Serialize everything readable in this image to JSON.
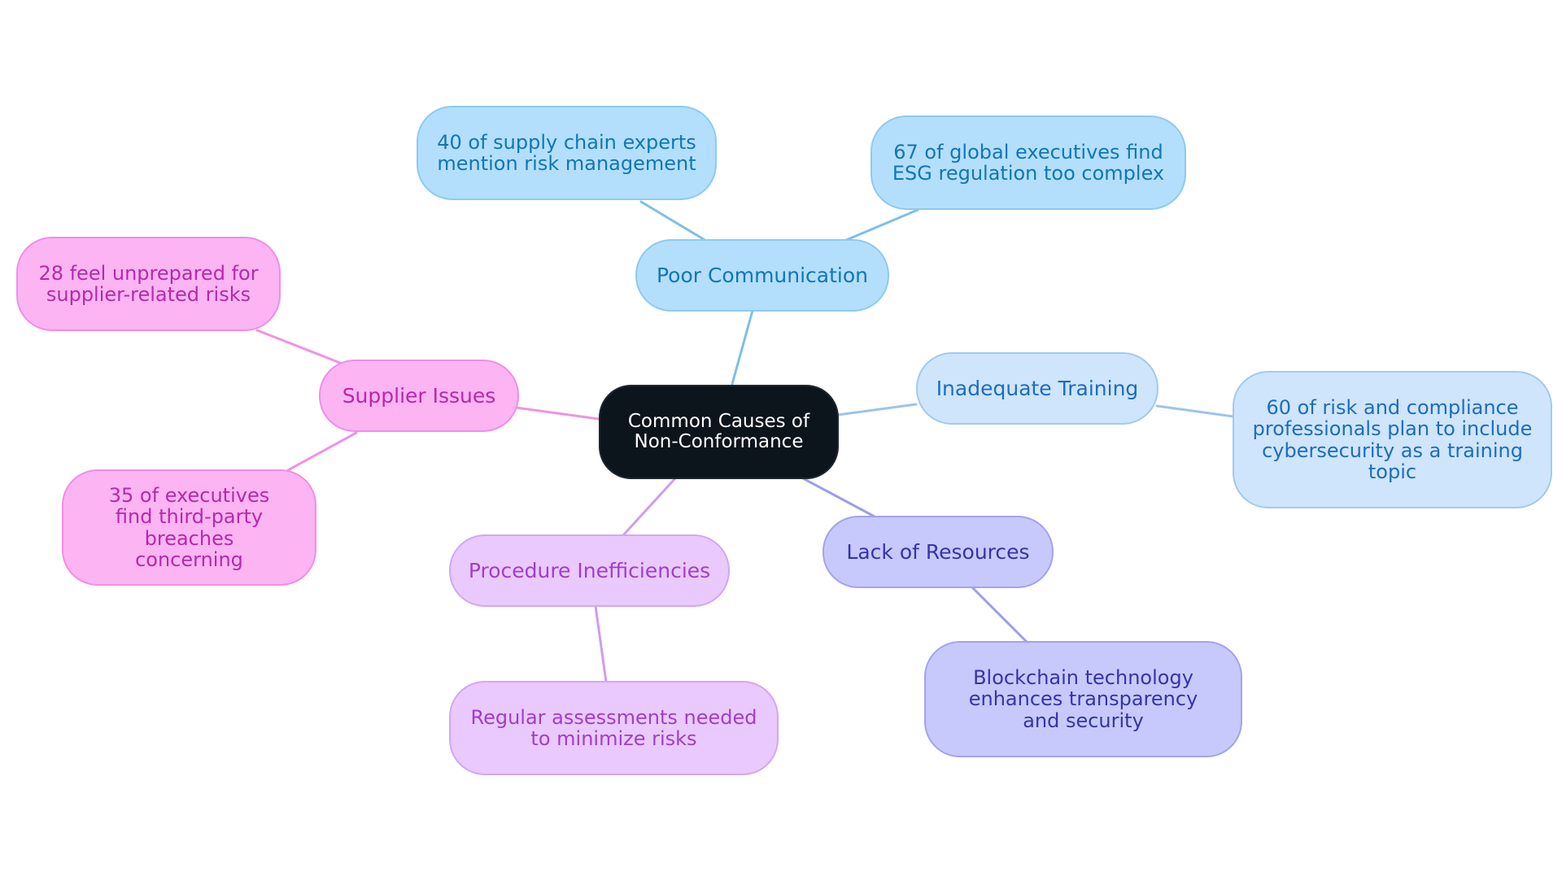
{
  "center": {
    "label": "Common Causes of Non-Conformance"
  },
  "branches": {
    "communication": {
      "label": "Poor Communication",
      "details": [
        "40 of supply chain experts mention risk management",
        "67 of global executives find ESG regulation too complex"
      ]
    },
    "training": {
      "label": "Inadequate Training",
      "details": [
        "60 of risk and compliance professionals plan to include cybersecurity as a training topic"
      ]
    },
    "resources": {
      "label": "Lack of Resources",
      "details": [
        "Blockchain technology enhances transparency and security"
      ]
    },
    "procedure": {
      "label": "Procedure Inefficiencies",
      "details": [
        "Regular assessments needed to minimize risks"
      ]
    },
    "supplier": {
      "label": "Supplier Issues",
      "details": [
        "28 feel unprepared for supplier-related risks",
        "35 of executives find third-party breaches concerning"
      ]
    }
  },
  "colors": {
    "center_fill": "#0c141c",
    "communication": "#b3dffc",
    "training": "#cee5fb",
    "resources": "#c7c9fd",
    "procedure": "#e9c9fe",
    "supplier": "#fcb4f3"
  }
}
